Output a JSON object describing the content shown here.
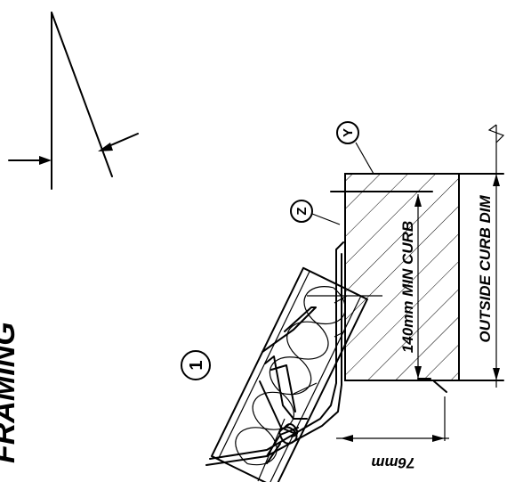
{
  "title": "FRAMING",
  "dimensions": {
    "min_curb": "140mm MIN CURB",
    "outside_curb": "OUTSIDE CURB DIM",
    "bottom": "76mm"
  },
  "tags": {
    "insulation": "1",
    "y": "Y",
    "z": "Z"
  }
}
